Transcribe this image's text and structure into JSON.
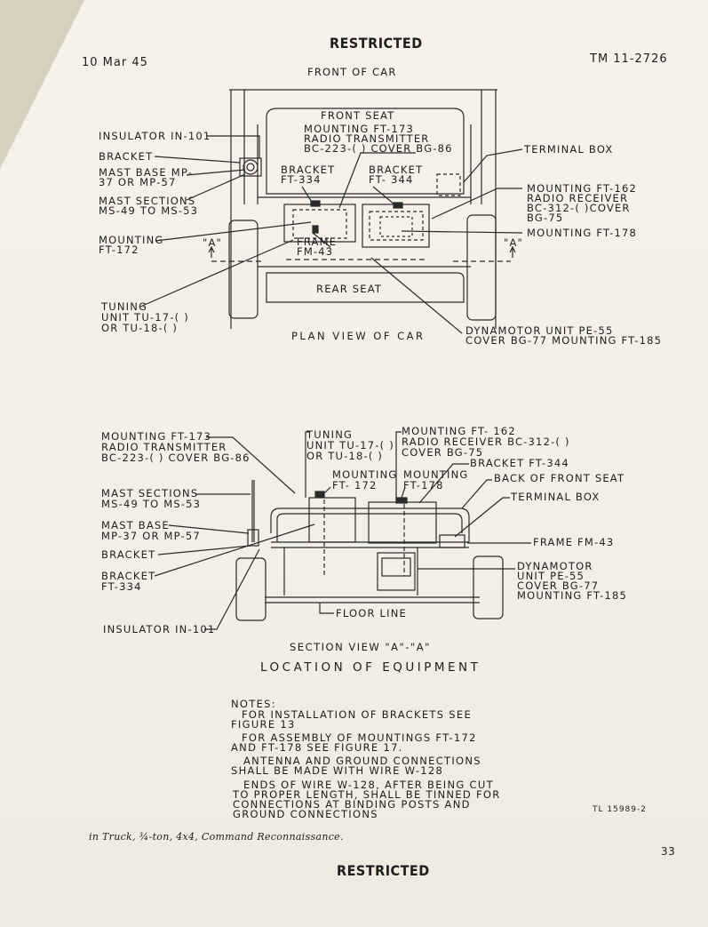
{
  "header": {
    "classification_top": "RESTRICTED",
    "date": "10 Mar 45",
    "manual": "TM 11-2726"
  },
  "plan_view": {
    "front_of_car": "FRONT OF CAR",
    "front_seat": "FRONT SEAT",
    "mounting_ft173": [
      "MOUNTING FT-173",
      "RADIO TRANSMITTER",
      "BC-223-( ) COVER BG-86"
    ],
    "insulator": "INSULATOR IN-101",
    "bracket": "BRACKET",
    "mast_base": [
      "MAST BASE MP-",
      "37 OR MP-57"
    ],
    "mast_sections": [
      "MAST SECTIONS",
      "MS-49 TO MS-53"
    ],
    "bracket_ft334": [
      "BRACKET",
      "FT-334"
    ],
    "bracket_ft344": [
      "BRACKET",
      "FT- 344"
    ],
    "terminal_box": "TERMINAL BOX",
    "mounting_ft162": [
      "MOUNTING FT-162",
      "RADIO RECEIVER",
      "BC-312-( )COVER",
      "BG-75"
    ],
    "mounting_ft178": "MOUNTING FT-178",
    "mounting_ft172": [
      "MOUNTING",
      "FT-172"
    ],
    "frame": [
      "FRAME",
      "FM-43"
    ],
    "section_marker": "\"A\"",
    "rear_seat": "REAR SEAT",
    "tuning": [
      "TUNING",
      "UNIT TU-17-( )",
      "OR TU-18-( )"
    ],
    "plan_label": "PLAN VIEW OF CAR",
    "dynamotor": [
      "DYNAMOTOR UNIT PE-55",
      "COVER BG-77 MOUNTING FT-185"
    ]
  },
  "section_view": {
    "mounting_ft173": [
      "MOUNTING FT-173",
      "RADIO TRANSMITTER",
      "BC-223-( ) COVER BG-86"
    ],
    "tuning": [
      "TUNING",
      "UNIT TU-17-( )",
      "OR TU-18-( )"
    ],
    "mounting_ft162": [
      "MOUNTING FT- 162",
      "RADIO RECEIVER BC-312-( )",
      "COVER BG-75"
    ],
    "bracket_ft344": "BRACKET FT-344",
    "mounting_ft172": [
      "MOUNTING",
      "FT- 172"
    ],
    "mounting_ft178": [
      "MOUNTING",
      "FT-178"
    ],
    "back_front_seat": "BACK OF FRONT SEAT",
    "mast_sections": [
      "MAST SECTIONS",
      "MS-49 TO MS-53"
    ],
    "terminal_box": "TERMINAL BOX",
    "mast_base": [
      "MAST BASE",
      "MP-37 OR MP-57"
    ],
    "bracket": "BRACKET",
    "frame": "FRAME FM-43",
    "bracket_ft334": [
      "BRACKET",
      "FT-334"
    ],
    "dynamotor": [
      "DYNAMOTOR",
      "UNIT PE-55",
      "COVER BG-77",
      "MOUNTING FT-185"
    ],
    "floor_line": "FLOOR LINE",
    "insulator": "INSULATOR IN-101",
    "section_label": "SECTION VIEW \"A\"-\"A\""
  },
  "figure_title": "LOCATION OF EQUIPMENT",
  "notes": {
    "heading": "NOTES:",
    "lines": [
      "FOR INSTALLATION OF BRACKETS SEE",
      "FIGURE 13",
      "FOR ASSEMBLY OF MOUNTINGS FT-172",
      "AND FT-178 SEE FIGURE 17.",
      "ANTENNA AND GROUND CONNECTIONS",
      "SHALL BE MADE WITH WIRE W-128",
      "ENDS OF WIRE W-128, AFTER BEING CUT",
      "TO PROPER LENGTH, SHALL BE TINNED FOR",
      "CONNECTIONS AT BINDING POSTS AND",
      "GROUND CONNECTIONS"
    ]
  },
  "figure_number": "TL 15989-2",
  "caption": "in Truck, ¾-ton, 4x4, Command Reconnaissance.",
  "page_number": "33",
  "classification_bottom": "RESTRICTED"
}
